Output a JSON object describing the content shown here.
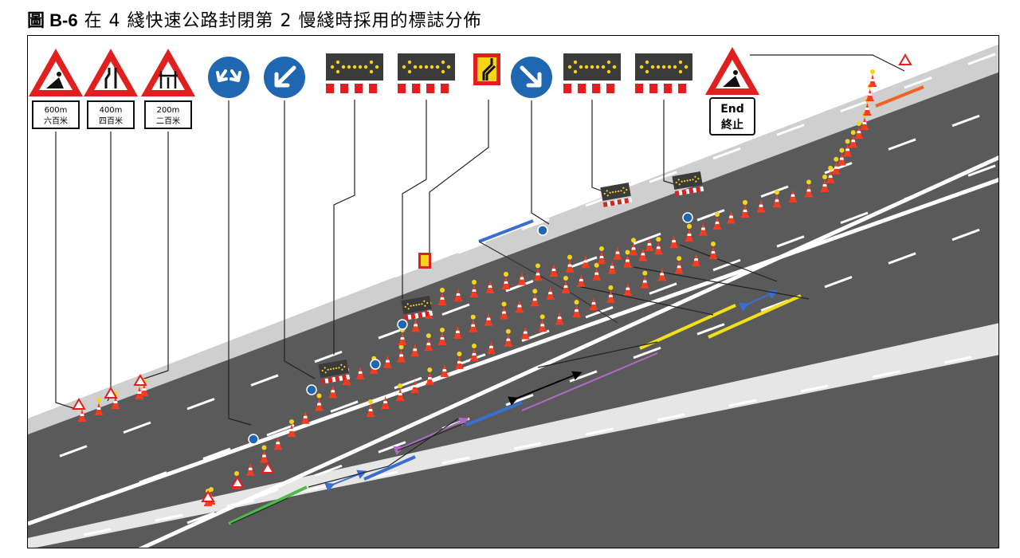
{
  "title": {
    "figure_no": "圖 B-6",
    "text": "在 4 綫快速公路封閉第 2 慢綫時採用的標誌分佈"
  },
  "signs": {
    "distance_1": {
      "value": "600m",
      "label": "六百米"
    },
    "distance_2": {
      "value": "400m",
      "label": "四百米"
    },
    "distance_3": {
      "value": "200m",
      "label": "二百米"
    },
    "end_sign": {
      "line1": "End",
      "line2": "終止"
    }
  },
  "colors": {
    "road": "#5a5a5a",
    "shoulder": "#c8c8c8",
    "lane_mark": "#ffffff",
    "sign_red": "#e0201f",
    "sign_blue": "#1f67b1",
    "arrow_amber": "#f7d417",
    "cone_orange": "#ff3b1e",
    "blue_dim": "#3a6fd0",
    "purple_dim": "#b06ac7",
    "yellow_mark": "#f2e01b",
    "green_mark": "#4cbb4c",
    "orange_mark": "#f0621e"
  },
  "icons": [
    "roadworks-warning-sign",
    "road-narrows-sign",
    "lane-closed-sign",
    "keep-either-side-sign",
    "keep-left-sign",
    "flashing-arrow-board",
    "lane-shift-sign",
    "keep-right-sign",
    "cone",
    "flashing-lamp"
  ]
}
